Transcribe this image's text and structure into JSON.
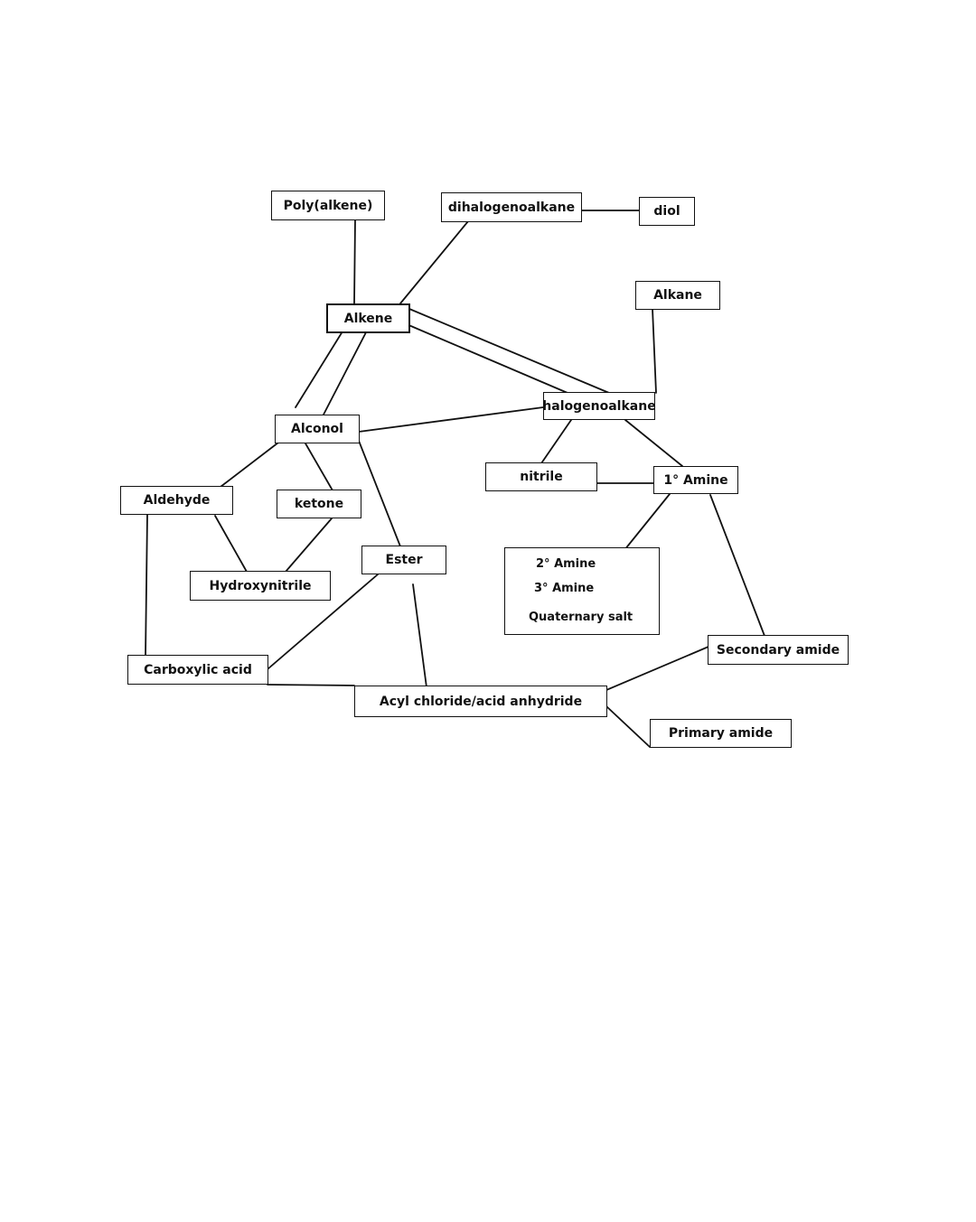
{
  "nodes": {
    "poly_alkene": "Poly(alkene)",
    "dihalogenoalkane": "dihalogenoalkane",
    "diol": "diol",
    "alkane": "Alkane",
    "alkene": "Alkene",
    "halogenoalkane": "halogenoalkane",
    "alcohol": "Alconol",
    "aldehyde": "Aldehyde",
    "ketone": "ketone",
    "nitrile": "nitrile",
    "primary_amine": "1° Amine",
    "hydroxynitrile": "Hydroxynitrile",
    "ester": "Ester",
    "amine_group": {
      "secondary": "2° Amine",
      "tertiary": "3° Amine",
      "quaternary": "Quaternary salt"
    },
    "secondary_amide": "Secondary amide",
    "carboxylic_acid": "Carboxylic acid",
    "acyl_chloride": "Acyl chloride/acid anhydride",
    "primary_amide": "Primary amide"
  },
  "edges": [
    [
      "poly_alkene",
      "alkene"
    ],
    [
      "dihalogenoalkane",
      "alkene"
    ],
    [
      "dihalogenoalkane",
      "diol"
    ],
    [
      "alkene",
      "halogenoalkane"
    ],
    [
      "alkene",
      "halogenoalkane"
    ],
    [
      "alkene",
      "alcohol"
    ],
    [
      "alkene",
      "alcohol"
    ],
    [
      "alkane",
      "halogenoalkane"
    ],
    [
      "alcohol",
      "halogenoalkane"
    ],
    [
      "halogenoalkane",
      "nitrile"
    ],
    [
      "halogenoalkane",
      "primary_amine"
    ],
    [
      "nitrile",
      "primary_amine"
    ],
    [
      "alcohol",
      "aldehyde"
    ],
    [
      "alcohol",
      "ketone"
    ],
    [
      "alcohol",
      "ester"
    ],
    [
      "aldehyde",
      "hydroxynitrile"
    ],
    [
      "ketone",
      "hydroxynitrile"
    ],
    [
      "aldehyde",
      "carboxylic_acid"
    ],
    [
      "primary_amine",
      "amine_group"
    ],
    [
      "primary_amine",
      "secondary_amide"
    ],
    [
      "ester",
      "carboxylic_acid"
    ],
    [
      "ester",
      "acyl_chloride"
    ],
    [
      "carboxylic_acid",
      "acyl_chloride"
    ],
    [
      "acyl_chloride",
      "secondary_amide"
    ],
    [
      "acyl_chloride",
      "primary_amide"
    ]
  ],
  "colors": {
    "line": "#111111",
    "background": "#ffffff"
  }
}
